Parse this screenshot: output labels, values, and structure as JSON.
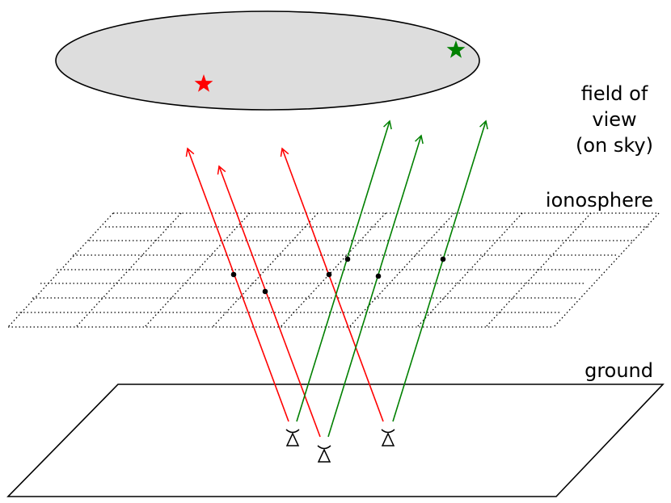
{
  "labels": {
    "fov_line1": "field of",
    "fov_line2": "view",
    "fov_line3": "(on sky)",
    "ionosphere": "ionosphere",
    "ground": "ground"
  },
  "colors": {
    "source_a": "#ff0000",
    "source_b": "#008000",
    "sky_fill": "#dddddd",
    "ink": "#000000"
  },
  "icons": {
    "source_marker": "star",
    "antenna": "antenna-dish",
    "pierce_point": "dot"
  }
}
